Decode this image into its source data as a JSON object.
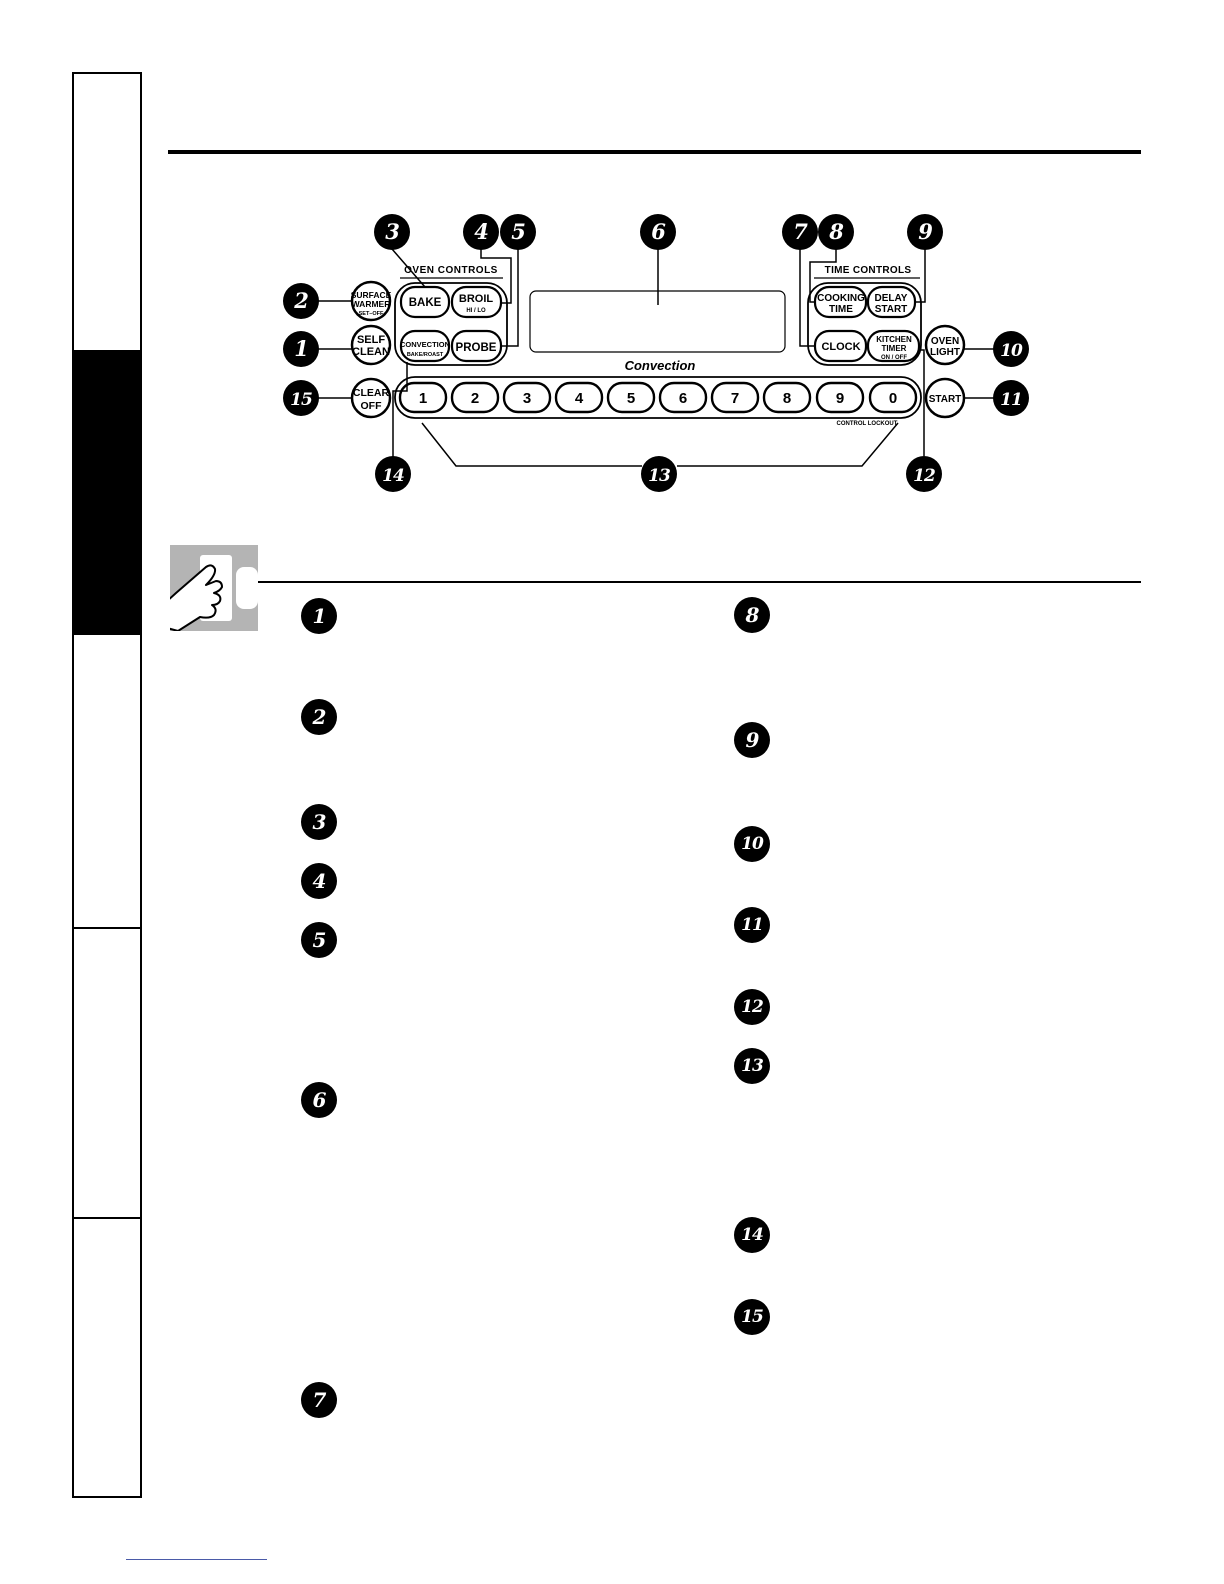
{
  "panel": {
    "oven_controls_label": "OVEN CONTROLS",
    "time_controls_label": "TIME CONTROLS",
    "convection_label": "Convection",
    "control_lockout_label": "CONTROL LOCKOUT",
    "keys": {
      "surface_warmer": {
        "line1": "SURFACE",
        "line2": "WARMER",
        "line3": "SET–OFF"
      },
      "self_clean": {
        "line1": "SELF",
        "line2": "CLEAN"
      },
      "clear_off": {
        "line1": "CLEAR",
        "line2": "OFF"
      },
      "bake": "BAKE",
      "broil": {
        "line1": "BROIL",
        "line2": "HI / LO"
      },
      "convection": {
        "line1": "CONVECTION",
        "line2": "BAKE/ROAST"
      },
      "probe": "PROBE",
      "cooking_time": {
        "line1": "COOKING",
        "line2": "TIME"
      },
      "delay_start": {
        "line1": "DELAY",
        "line2": "START"
      },
      "clock": "CLOCK",
      "kitchen_timer": {
        "line1": "KITCHEN",
        "line2": "TIMER",
        "line3": "ON / OFF"
      },
      "oven_light": {
        "line1": "OVEN",
        "line2": "LIGHT"
      },
      "start": "START"
    },
    "number_pads": [
      "1",
      "2",
      "3",
      "4",
      "5",
      "6",
      "7",
      "8",
      "9",
      "0"
    ],
    "callouts": [
      "1",
      "2",
      "3",
      "4",
      "5",
      "6",
      "7",
      "8",
      "9",
      "10",
      "11",
      "12",
      "13",
      "14",
      "15"
    ]
  },
  "feature_list": {
    "left_numbers": [
      "1",
      "2",
      "3",
      "4",
      "5",
      "6",
      "7"
    ],
    "right_numbers": [
      "8",
      "9",
      "10",
      "11",
      "12",
      "13",
      "14",
      "15"
    ]
  },
  "colors": {
    "ink": "#000000",
    "hint_box": "#b4b4b4",
    "footer_link": "#4a5aa8"
  },
  "icons": {
    "hint": "pointing-hand-icon"
  }
}
